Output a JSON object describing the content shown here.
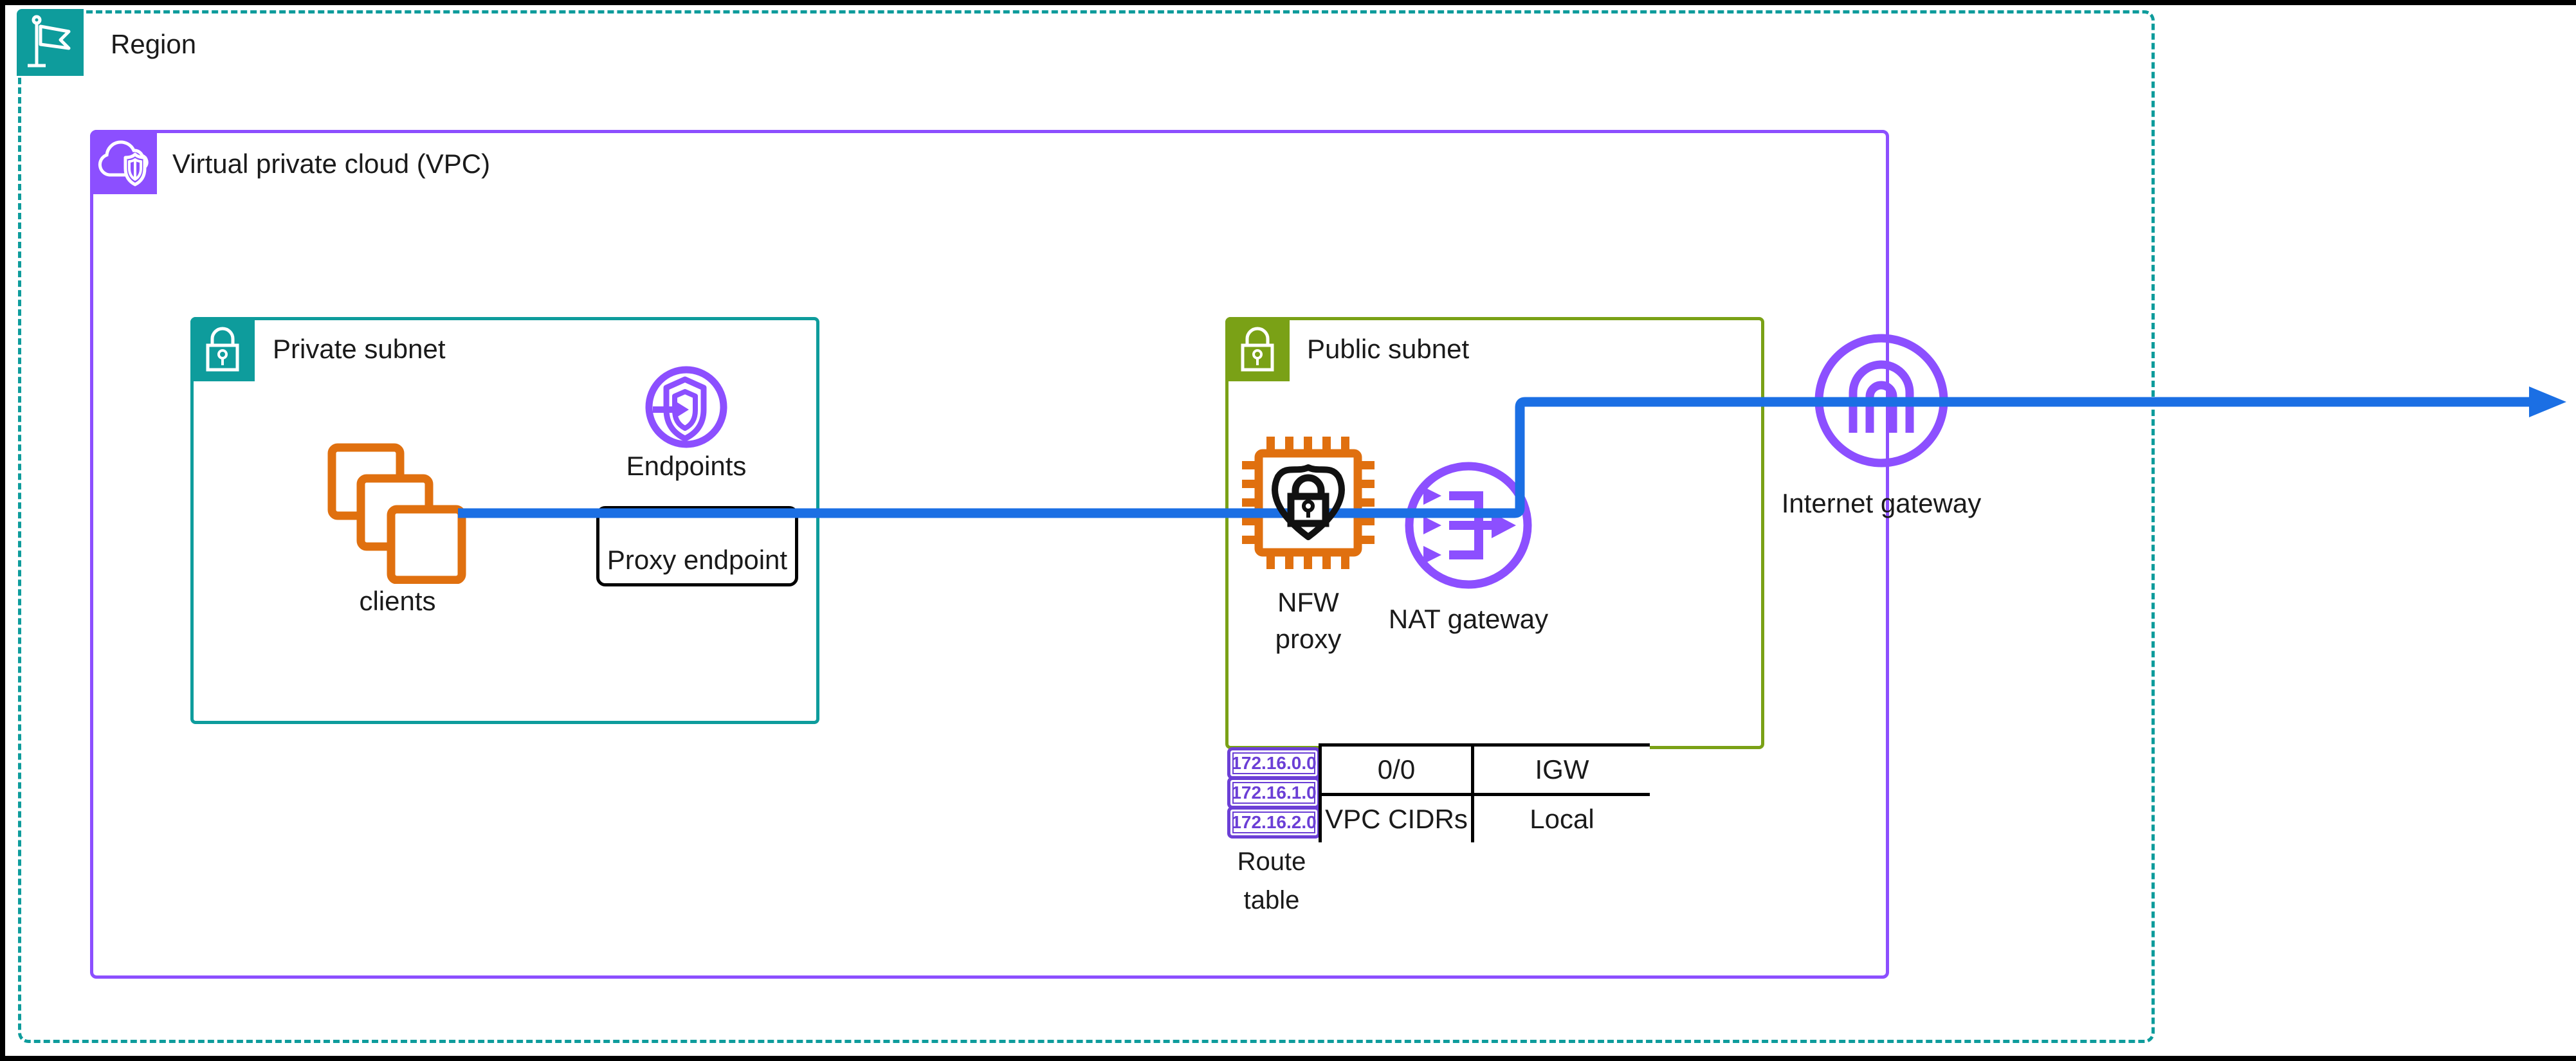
{
  "colors": {
    "region_teal": "#0E9C9C",
    "vpc_purple": "#8C4FFF",
    "public_green": "#7AA116",
    "orange": "#E0700F",
    "flow_blue": "#1B6FE4",
    "chip_purple": "#6B3FD6",
    "black": "#000000"
  },
  "region": {
    "label": "Region",
    "icon": "flag-icon"
  },
  "vpc": {
    "label": "Virtual private cloud (VPC)",
    "icon": "cloud-shield-icon"
  },
  "private_subnet": {
    "label": "Private subnet",
    "icon": "lock-icon",
    "clients_label": "clients",
    "endpoints_label": "Endpoints",
    "proxy_endpoint_label": "Proxy endpoint"
  },
  "public_subnet": {
    "label": "Public subnet",
    "icon": "lock-icon",
    "nfw_proxy_line1": "NFW",
    "nfw_proxy_line2": "proxy",
    "nat_gateway_label": "NAT gateway"
  },
  "internet_gateway": {
    "label": "Internet gateway",
    "icon": "internet-gateway-icon"
  },
  "route_table": {
    "cidr_labels": [
      "172.16.0.0",
      "172.16.1.0",
      "172.16.2.0"
    ],
    "rows": [
      {
        "destination": "0/0",
        "target": "IGW"
      },
      {
        "destination": "VPC CIDRs",
        "target": "Local"
      }
    ],
    "caption_line1": "Route",
    "caption_line2": "table"
  }
}
